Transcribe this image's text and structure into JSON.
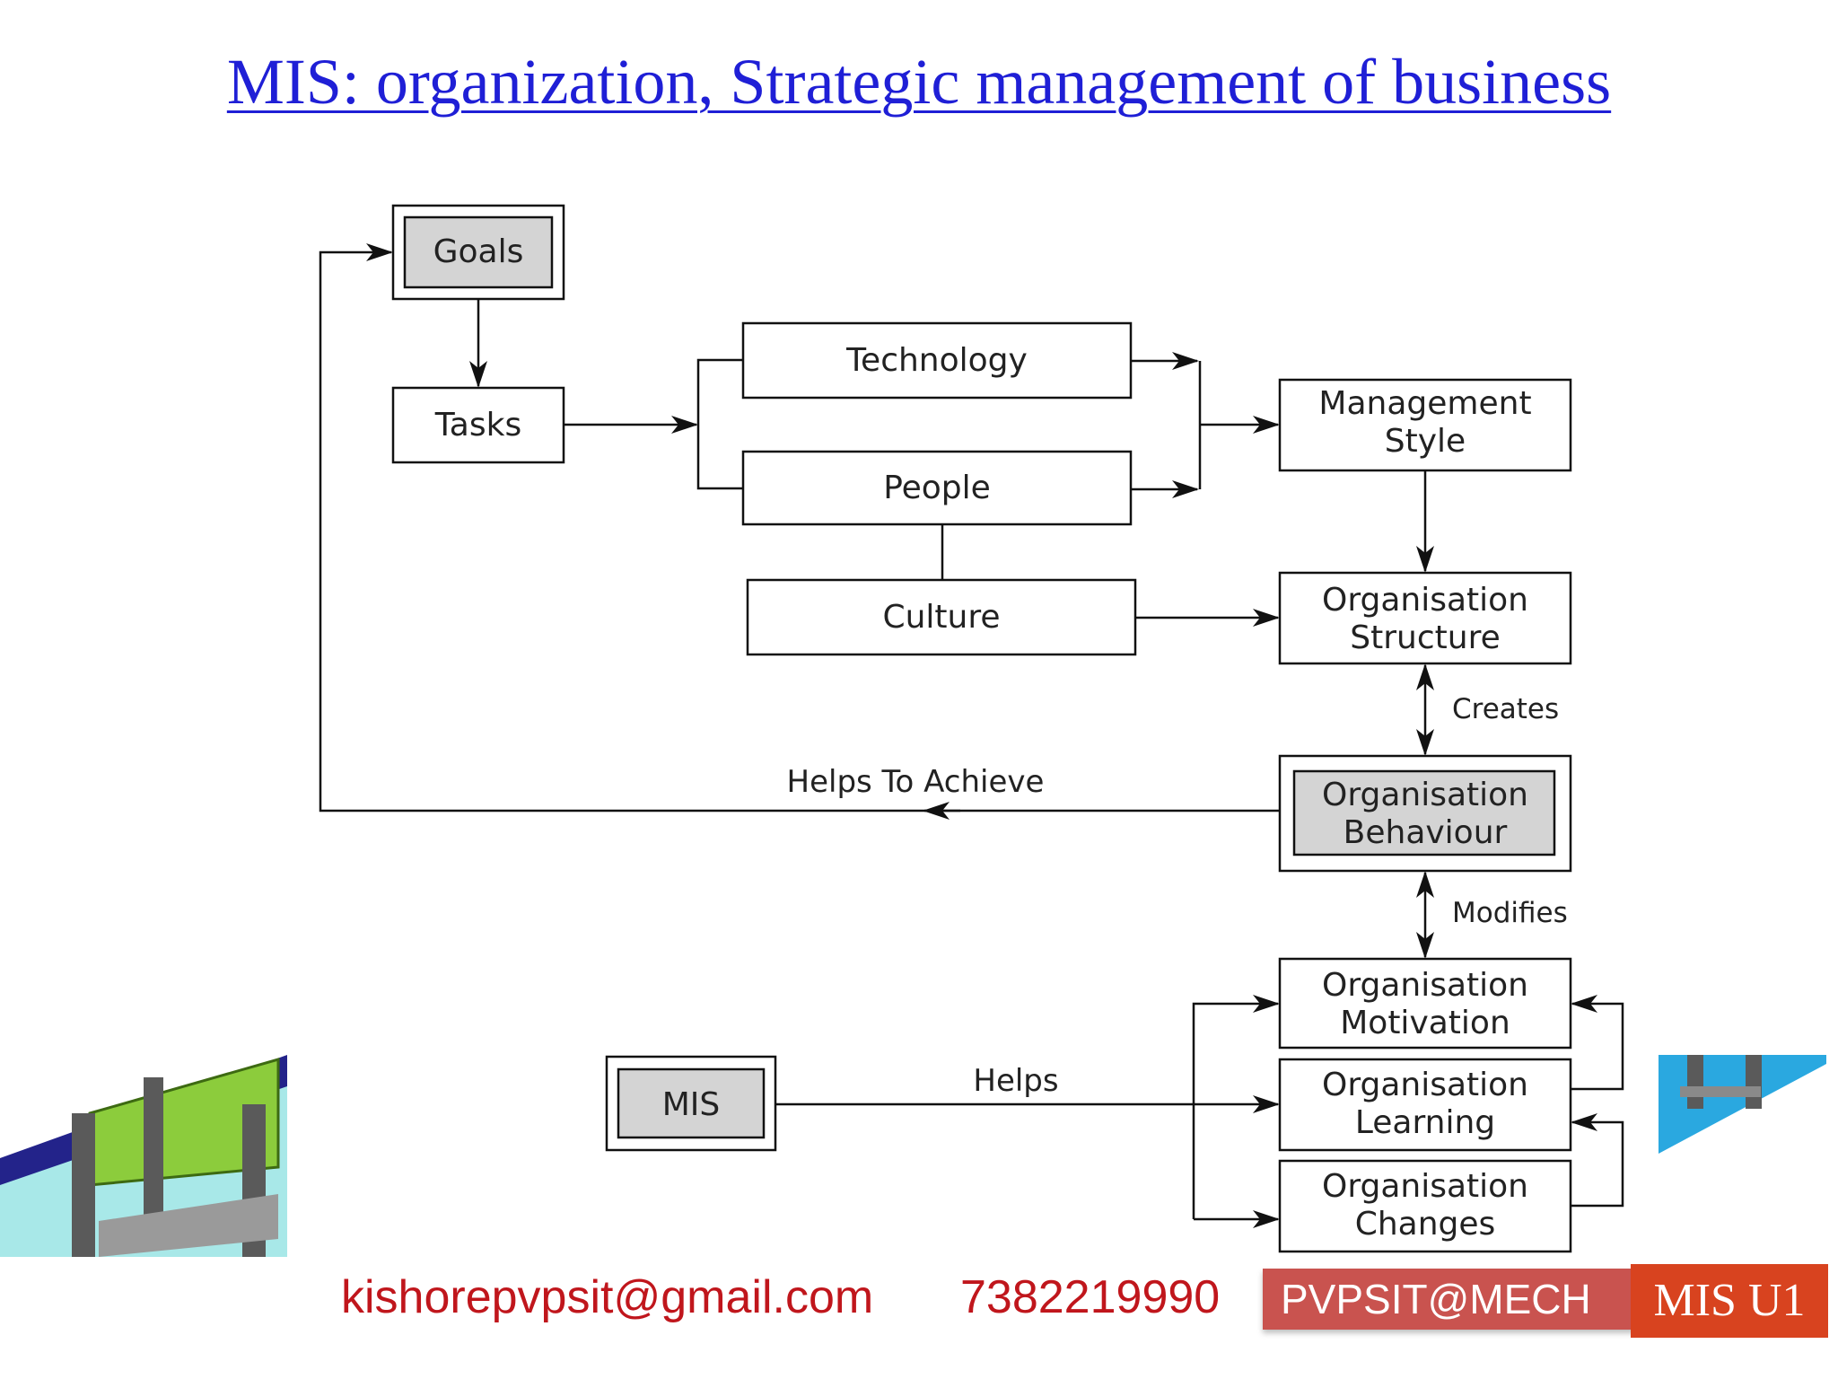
{
  "title": "MIS: organization, Strategic management of business",
  "nodes": {
    "goals": "Goals",
    "tasks": "Tasks",
    "technology": "Technology",
    "people": "People",
    "culture": "Culture",
    "management_style": [
      "Management",
      "Style"
    ],
    "org_structure": [
      "Organisation",
      "Structure"
    ],
    "org_behaviour": [
      "Organisation",
      "Behaviour"
    ],
    "org_motivation": [
      "Organisation",
      "Motivation"
    ],
    "org_learning": [
      "Organisation",
      "Learning"
    ],
    "org_changes": [
      "Organisation",
      "Changes"
    ],
    "mis": "MIS"
  },
  "edge_labels": {
    "creates": "Creates",
    "helps_to_achieve": "Helps To Achieve",
    "modifies": "Modifies",
    "helps": "Helps"
  },
  "footer": {
    "email": "kishorepvpsit@gmail.com",
    "phone": "7382219990",
    "badge": "PVPSIT@MECH",
    "unit": "MIS U1"
  },
  "colors": {
    "title": "#1f1fd6",
    "footer_text": "#c0161c",
    "badge_bg": "#c9534f",
    "unit_bg": "#d8431f",
    "highlight_box": "#d4d4d4"
  }
}
